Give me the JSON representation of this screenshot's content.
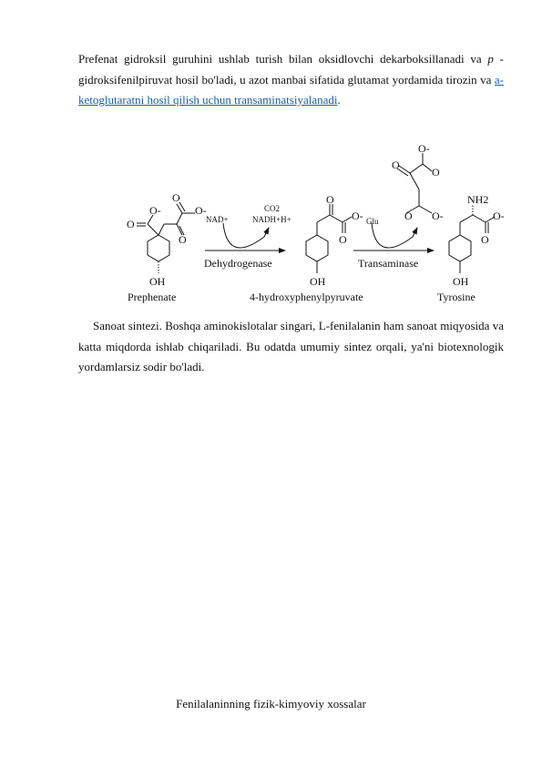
{
  "paragraph1": {
    "part1": "Prefenat gidroksil guruhini ushlab turish bilan oksidlovchi dekarboksillanadi va ",
    "p_italic": "p",
    "part2": " -gidroksifenilpiruvat hosil bo'ladi, u azot manbai sifatida glutamat yordamida tirozin va ",
    "link_text": "a-ketoglutaratni hosil qilish uchun transaminatsiyalanadi",
    "part3": "."
  },
  "scheme": {
    "compounds": [
      "Prephenate",
      "4-hydroxyphenylpyruvate",
      "Tyrosine"
    ],
    "enzymes": [
      "Dehydrogenase",
      "Transaminase"
    ],
    "cofactors": {
      "nad": "NAD+",
      "co2": "CO2",
      "nadh": "NADH+H+",
      "glu": "Glu"
    },
    "atoms": {
      "O": "O",
      "O_minus": "O-",
      "OH": "OH",
      "NH2": "NH2"
    }
  },
  "paragraph2": "Sanoat sintezi. Boshqa aminokislotalar singari, L-fenilalanin ham sanoat miqyosida va katta miqdorda ishlab chiqariladi. Bu odatda umumiy sintez orqali, ya'ni biotexnologik yordamlarsiz sodir bo'ladi.",
  "caption": "Fenilalaninning fizik-kimyoviy xossalar"
}
